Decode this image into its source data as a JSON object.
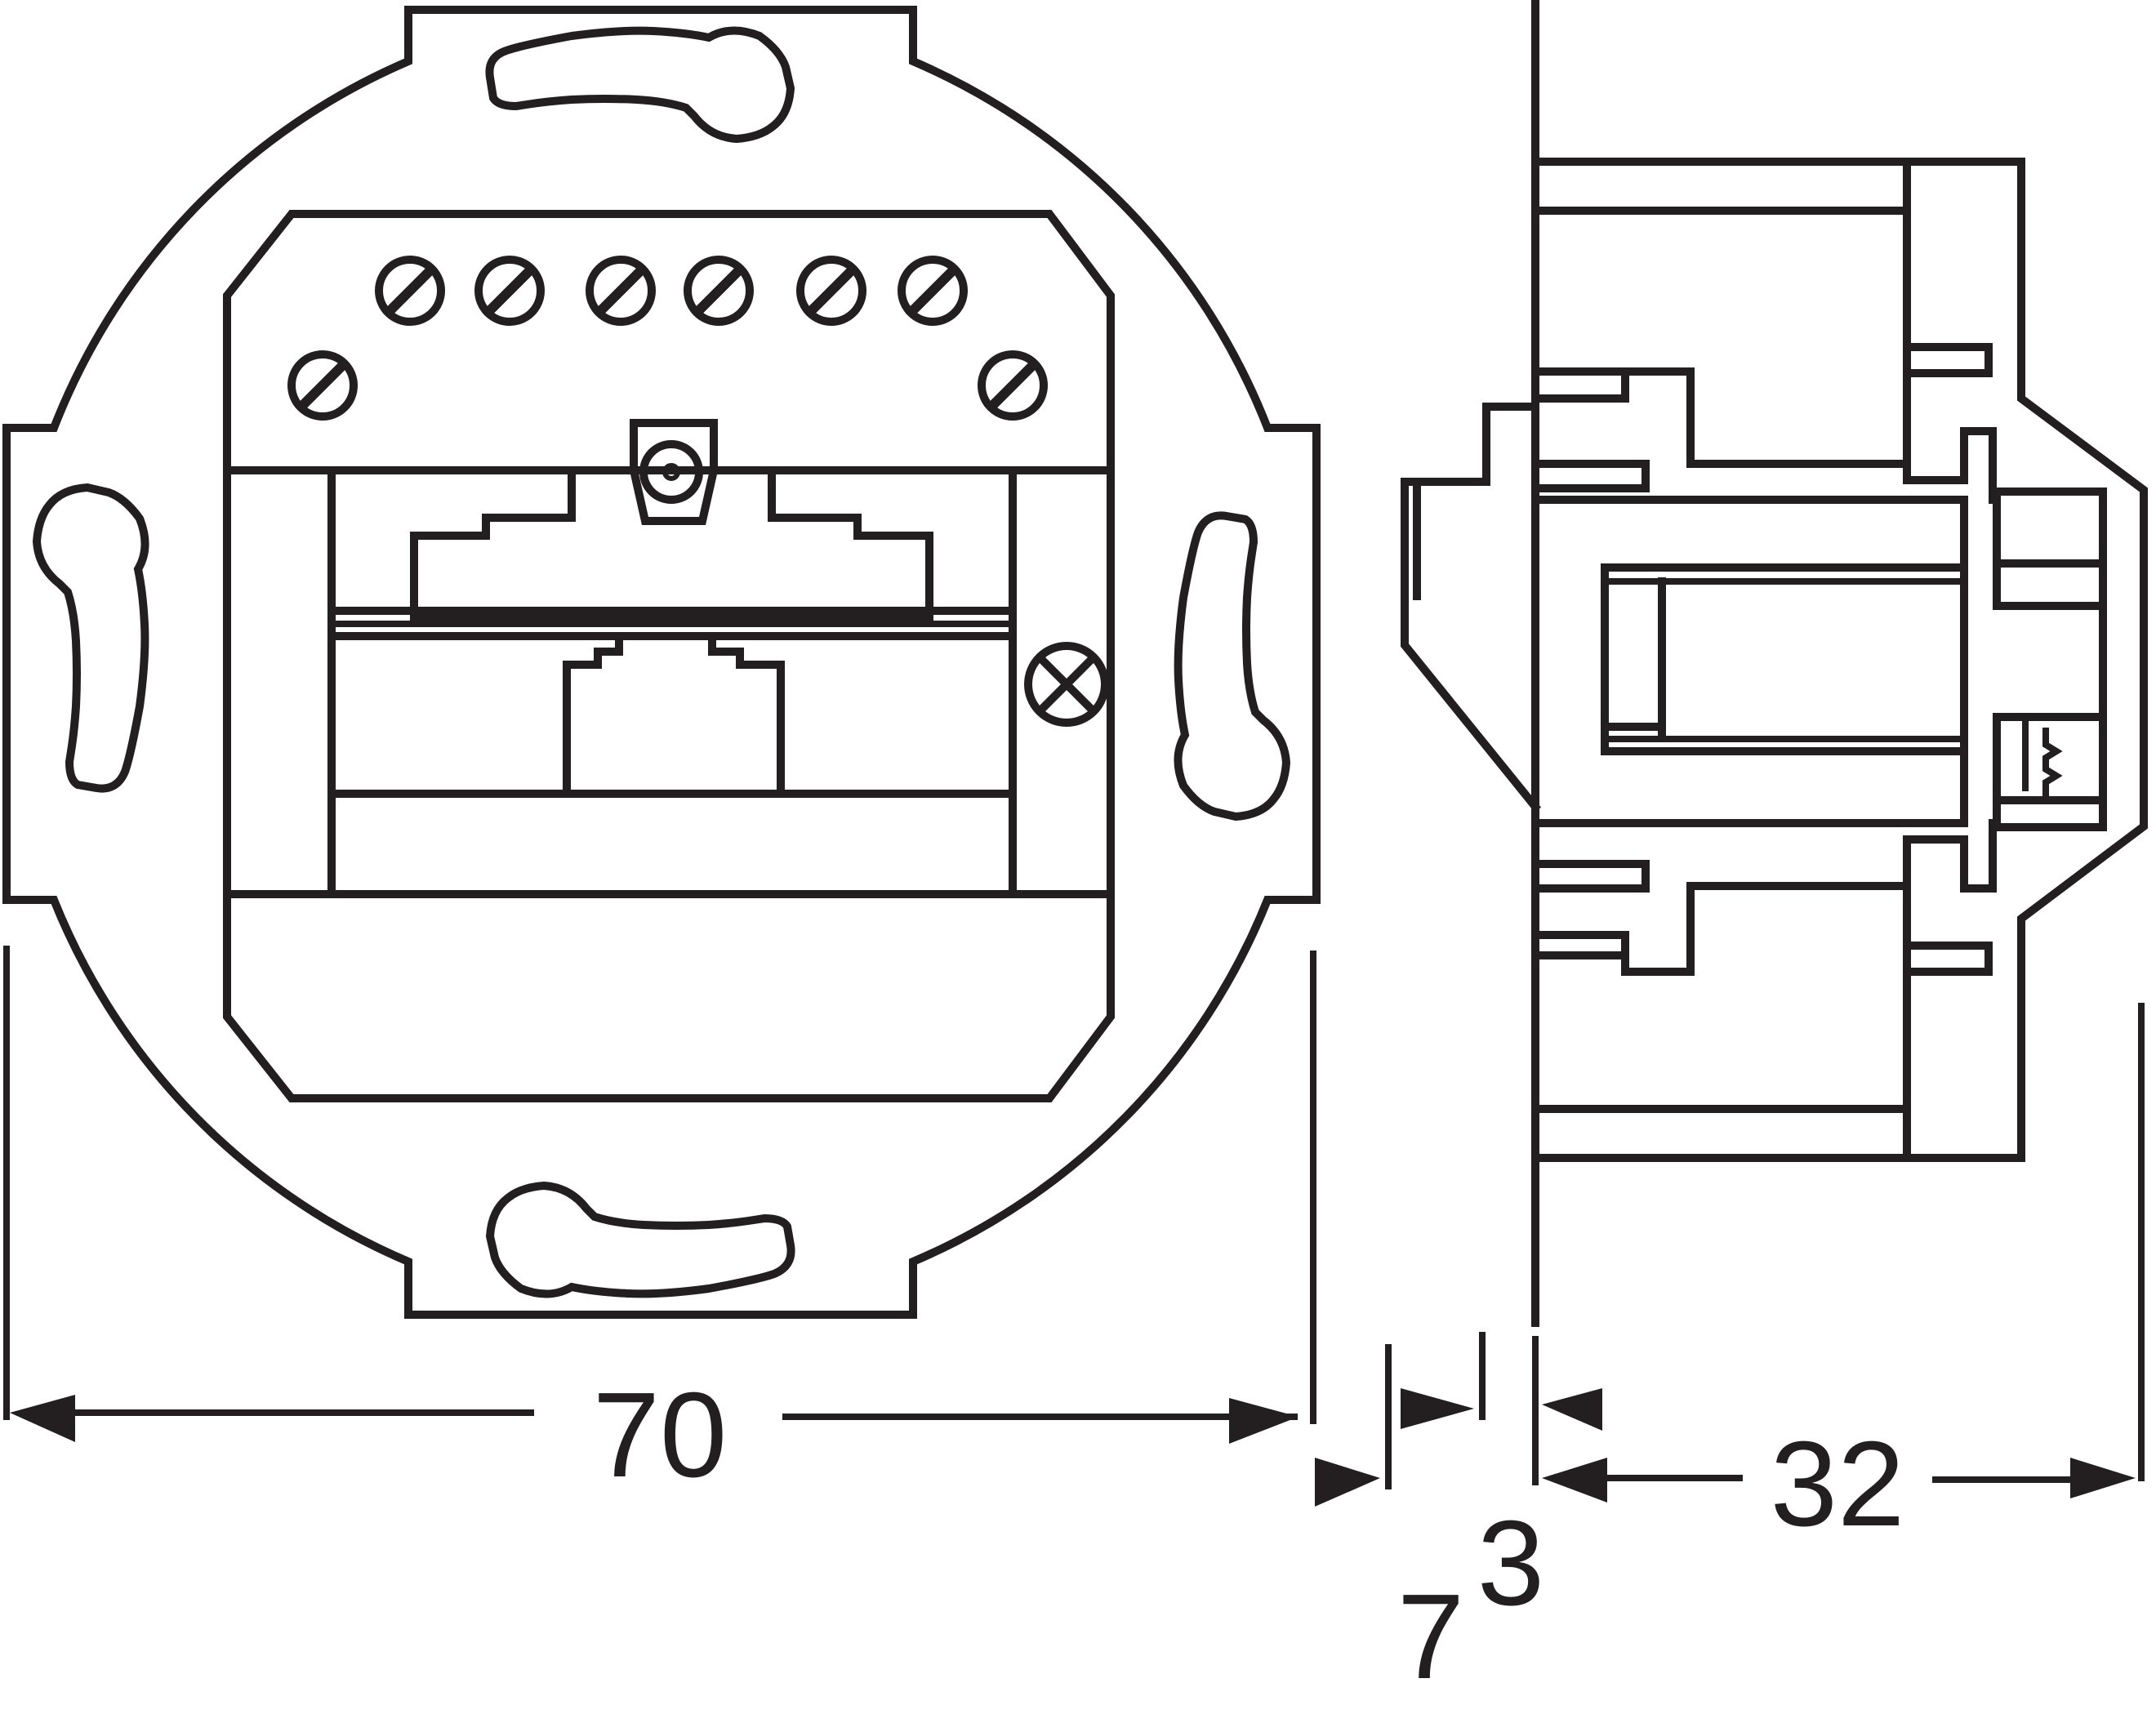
{
  "colors": {
    "line": "#231f20",
    "background": "#ffffff",
    "socket_fill": "#97999c"
  },
  "dimensions": {
    "front_width": "70",
    "depth_a": "7",
    "depth_b": "3",
    "depth_c": "32"
  }
}
